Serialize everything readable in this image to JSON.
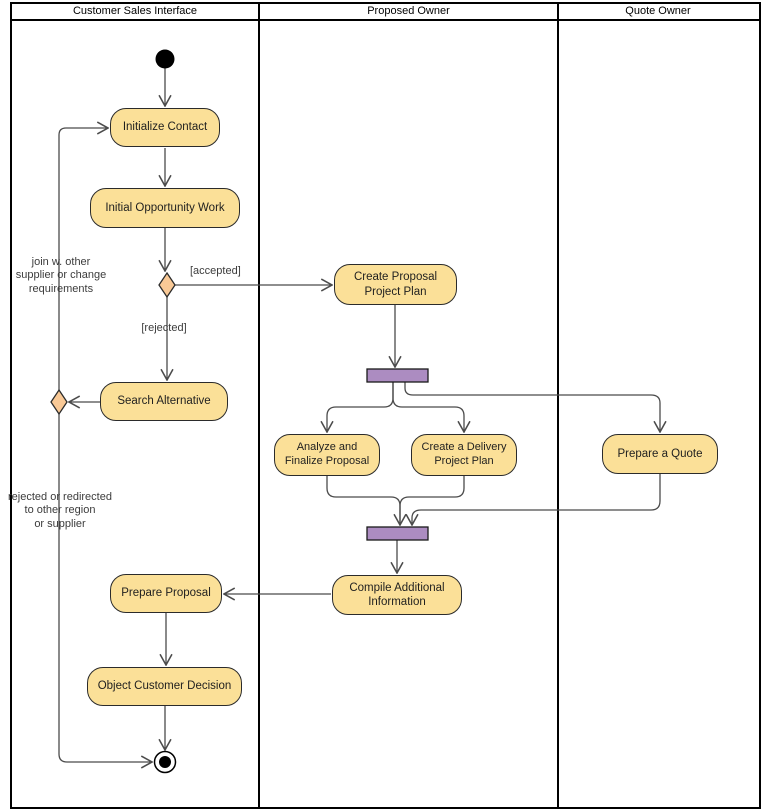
{
  "diagram": {
    "lanes": [
      {
        "label": "Customer Sales Interface"
      },
      {
        "label": "Proposed Owner"
      },
      {
        "label": "Quote Owner"
      }
    ],
    "nodes": {
      "initialize_contact": {
        "label": "Initialize Contact"
      },
      "initial_opportunity_work": {
        "label": "Initial Opportunity Work"
      },
      "search_alternative": {
        "label": "Search Alternative"
      },
      "prepare_proposal": {
        "label": "Prepare Proposal"
      },
      "object_customer_decision": {
        "label": "Object Customer Decision"
      },
      "create_proposal_project_plan": {
        "label": "Create Proposal\nProject Plan"
      },
      "analyze_and_finalize_proposal": {
        "label": "Analyze and\nFinalize Proposal"
      },
      "create_a_delivery_project_plan": {
        "label": "Create a Delivery\nProject Plan"
      },
      "compile_additional_information": {
        "label": "Compile Additional\nInformation"
      },
      "prepare_a_quote": {
        "label": "Prepare a Quote"
      }
    },
    "edge_labels": {
      "accepted": "[accepted]",
      "rejected": "[rejected]",
      "join_note": "join w. other\nsupplier or change\nrequirements",
      "reject_note": "rejected or redirected\nto other region\nor supplier"
    }
  },
  "colors": {
    "activity-fill": "#FBE098",
    "activity-border": "#2b2b2b",
    "decision-fill": "#F9C996",
    "bar-fill": "#AC8CC1",
    "bar-border": "#1a1a1a",
    "edge": "#4b4b4b",
    "frame": "#000000",
    "text": "#333333"
  }
}
